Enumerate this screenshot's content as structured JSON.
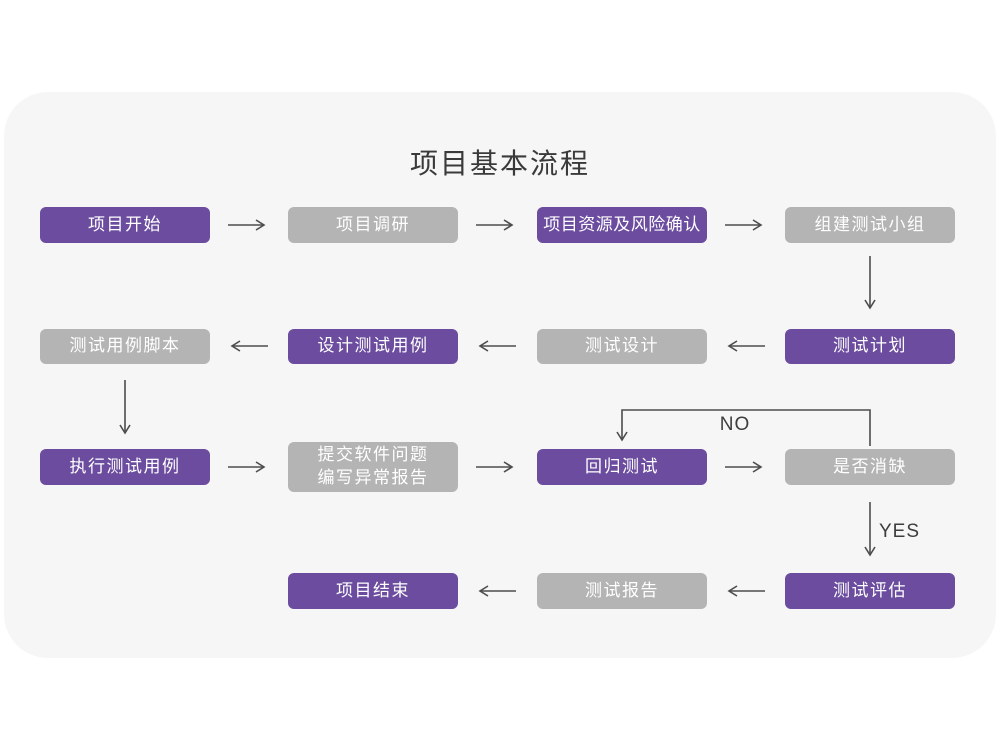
{
  "title": "项目基本流程",
  "colors": {
    "purple": "#6B4C9E",
    "gray": "#B4B4B4",
    "card-bg": "#F6F6F7",
    "arrow": "#4D4D4D",
    "node-text": "#FFFFFF",
    "title-text": "#3A3A3A",
    "label-text": "#3D3D3D",
    "page-bg": "#FFFFFF"
  },
  "nodes": {
    "project_start": {
      "label": "项目开始",
      "variant": "purple"
    },
    "project_research": {
      "label": "项目调研",
      "variant": "gray"
    },
    "resources_risk": {
      "label": "项目资源及风险确认",
      "variant": "purple"
    },
    "build_test_team": {
      "label": "组建测试小组",
      "variant": "gray"
    },
    "test_plan": {
      "label": "测试计划",
      "variant": "purple"
    },
    "test_design": {
      "label": "测试设计",
      "variant": "gray"
    },
    "design_test_cases": {
      "label": "设计测试用例",
      "variant": "purple"
    },
    "test_case_scripts": {
      "label": "测试用例脚本",
      "variant": "gray"
    },
    "execute_test_cases": {
      "label": "执行测试用例",
      "variant": "purple"
    },
    "submit_issue_report": {
      "label": "提交软件问题\n编写异常报告",
      "variant": "gray"
    },
    "regression_test": {
      "label": "回归测试",
      "variant": "purple"
    },
    "defect_resolved": {
      "label": "是否消缺",
      "variant": "gray"
    },
    "test_evaluation": {
      "label": "测试评估",
      "variant": "purple"
    },
    "test_report": {
      "label": "测试报告",
      "variant": "gray"
    },
    "project_end": {
      "label": "项目结束",
      "variant": "purple"
    }
  },
  "branch_labels": {
    "no": "NO",
    "yes": "YES"
  }
}
